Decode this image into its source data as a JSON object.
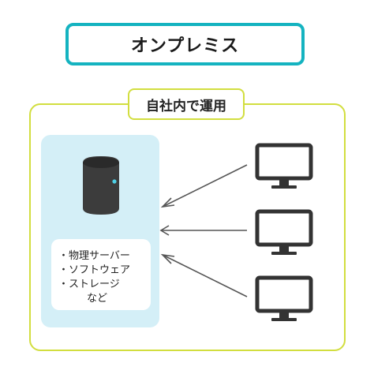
{
  "title": "オンプレミス",
  "frame_label": "自社内で運用",
  "server": {
    "icon": "server-icon"
  },
  "server_list": [
    "・物理サーバー",
    "・ソフトウェア",
    "・ストレージ",
    "など"
  ],
  "clients": [
    {
      "icon": "monitor-icon"
    },
    {
      "icon": "monitor-icon"
    },
    {
      "icon": "monitor-icon"
    }
  ],
  "colors": {
    "title_border": "#14b3c0",
    "frame_border": "#d2de3f",
    "server_panel": "#d4eff7",
    "icon_dark": "#333333",
    "server_body": "#3c3c3c",
    "server_led": "#4fd2e8"
  }
}
